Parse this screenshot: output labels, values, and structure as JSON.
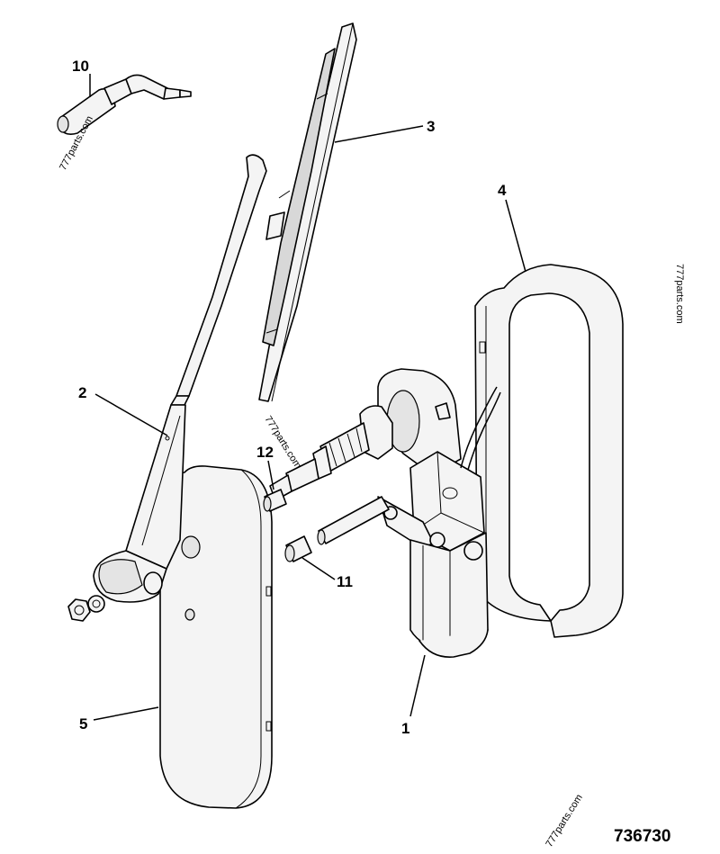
{
  "callouts": {
    "c1": "1",
    "c2": "2",
    "c3": "3",
    "c4": "4",
    "c5": "5",
    "c10": "10",
    "c11": "11",
    "c12": "12"
  },
  "drawing_number": "736730",
  "watermarks": {
    "top_left": "777parts.com",
    "right": "777parts.com",
    "center": "777parts.com",
    "bottom": "777parts.com"
  }
}
